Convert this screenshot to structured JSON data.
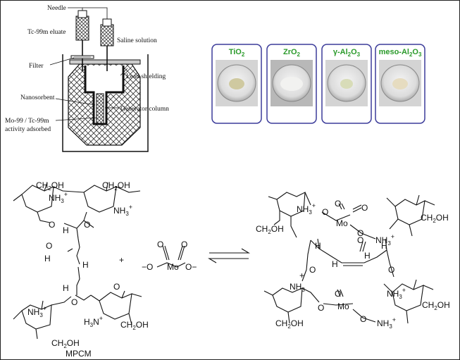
{
  "generator": {
    "labels": {
      "needle": "Needle",
      "eluate": "Tc-99m eluate",
      "saline": "Saline solution",
      "filter": "Filter",
      "lead": "Lead shielding",
      "nanosorbent": "Nanosorbent",
      "column": "Generator column",
      "activity_line1": "Mo-99 / Tc-99m",
      "activity_line2": "activity adsorbed"
    }
  },
  "samples": [
    {
      "formula": "TiO",
      "sub": "2",
      "pre": "",
      "tail": "",
      "powder": "#cfc9a0"
    },
    {
      "formula": "ZrO",
      "sub": "2",
      "pre": "",
      "tail": "",
      "powder": "#f2f2f0"
    },
    {
      "formula": "Al",
      "sub": "2",
      "pre": "γ-",
      "tail": "O",
      "sub2": "3",
      "powder": "#d8dcb8"
    },
    {
      "formula": "Al",
      "sub": "2",
      "pre": "meso-",
      "tail": "O",
      "sub2": "3",
      "powder": "#e6dcc0"
    }
  ],
  "reaction": {
    "reactant1_label": "MPCM",
    "plus": "+",
    "groups": {
      "ch2oh": "CH2OH",
      "nh3": "NH3",
      "h": "H",
      "o": "O",
      "mo": "Mo",
      "aldehyde_o": "O",
      "charge_plus": "+"
    }
  }
}
